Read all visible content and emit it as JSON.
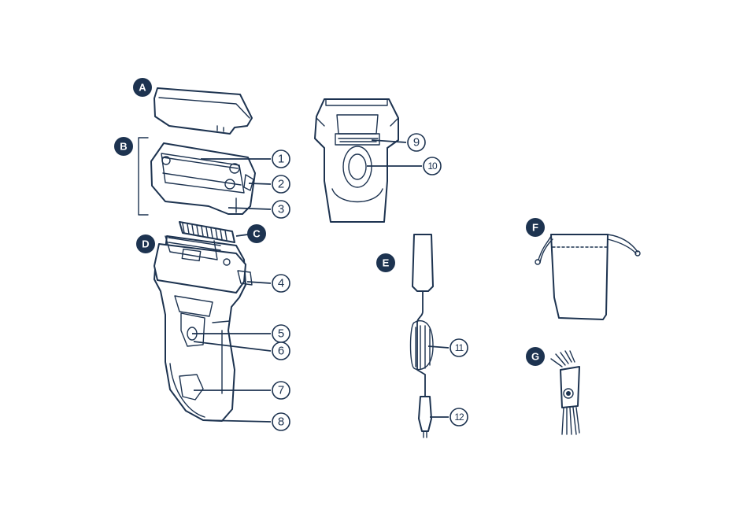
{
  "letter_labels": {
    "a": "A",
    "b": "B",
    "c": "C",
    "d": "D",
    "e": "E",
    "f": "F",
    "g": "G"
  },
  "number_labels": {
    "n1": "1",
    "n2": "2",
    "n3": "3",
    "n4": "4",
    "n5": "5",
    "n6": "6",
    "n7": "7",
    "n8": "8",
    "n9": "9",
    "n10": "10",
    "n11": "11",
    "n12": "12"
  },
  "colors": {
    "line": "#1d3350",
    "background": "#ffffff"
  }
}
